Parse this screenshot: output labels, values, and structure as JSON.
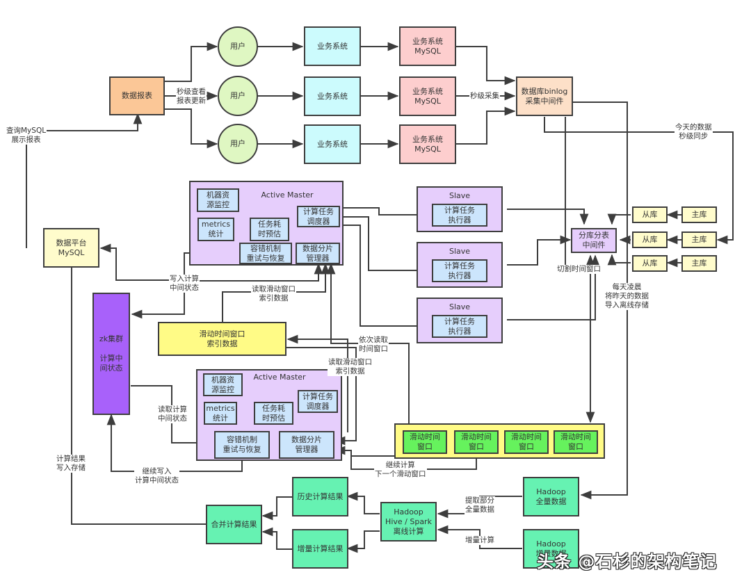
{
  "colors": {
    "report": "#fbc797",
    "user": "#dff7c2",
    "business": "#ccfbfd",
    "biz_mysql": "#fdcece",
    "binlog": "#fde0c8",
    "platform_mysql": "#fffccc",
    "zk": "#a861fa",
    "master_bg": "#e6cefc",
    "inner": "#cce5fc",
    "slave_bg": "#e6cefc",
    "sharding": "#e6cefc",
    "db": "#fffccc",
    "window_index": "#fffb86",
    "window_strip": "#fffb86",
    "window_cell": "#66f25d",
    "hadoop": "#66f2b2",
    "line": "#3d3d3d"
  },
  "nodes": {
    "report": "数据报表",
    "users": [
      "用户",
      "用户",
      "用户"
    ],
    "business_systems": [
      "业务系统",
      "业务系统",
      "业务系统"
    ],
    "business_mysql": [
      "业务系统\nMySQL",
      "业务系统\nMySQL",
      "业务系统\nMySQL"
    ],
    "binlog": "数据库binlog\n采集中间件",
    "platform_mysql": "数据平台\nMySQL",
    "zk": "zk集群\n\n计算中\n间状态",
    "master_top": {
      "title": "Active Master",
      "monitor": "机器资\n源监控",
      "metrics": "metrics\n统计",
      "estimate": "任务耗\n时预估",
      "scheduler": "计算任务\n调度器",
      "fault": "容错机制\n重试与恢复",
      "shard_mgr": "数据分片\n管理器"
    },
    "master_bottom": {
      "title": "Active Master",
      "monitor": "机器资\n源监控",
      "metrics": "metrics\n统计",
      "estimate": "任务耗\n时预估",
      "scheduler": "计算任务\n调度器",
      "fault": "容错机制\n重试与恢复",
      "shard_mgr": "数据分片\n管理器"
    },
    "slaves": [
      {
        "title": "Slave",
        "executor": "计算任务\n执行器"
      },
      {
        "title": "Slave",
        "executor": "计算任务\n执行器"
      },
      {
        "title": "Slave",
        "executor": "计算任务\n执行器"
      }
    ],
    "sharding": "分库分表\n中间件",
    "replicas": [
      "从库",
      "从库",
      "从库"
    ],
    "primaries": [
      "主库",
      "主库",
      "主库"
    ],
    "window_index": "滑动时间窗口\n索引数据",
    "windows": [
      "滑动时间\n窗口",
      "滑动时间\n窗口",
      "滑动时间\n窗口",
      "滑动时间\n窗口"
    ],
    "hadoop_full": "Hadoop\n全量数据",
    "hadoop_incr": "Hadoop\n增量数据",
    "offline": "Hadoop\nHive / Spark\n离线计算",
    "history_result": "历史计算结果",
    "incr_result": "增量计算结果",
    "merge_result": "合并计算结果"
  },
  "labels": {
    "query_mysql": "查询MySQL\n展示报表",
    "view_report": "秒级查看\n报表更新",
    "collect": "秒级采集",
    "today_sync": "今天的数据\n秒级同步",
    "write_state": "写入计算\n中间状态",
    "read_window_index": "读取滑动窗口\n索引数据",
    "read_window_index_2": "读取滑动窗口\n索引数据",
    "read_in_order": "依次读取\n时间窗口",
    "cut_window": "切割时间窗口",
    "nightly": "每天凌晨\n将昨天的数据\n导入离线存储",
    "read_state": "读取计算\n中间状态",
    "continue_write": "继续写入\n计算中间状态",
    "continue_calc": "继续计算\n下一个滑动窗口",
    "result_store": "计算结果\n写入存储",
    "extract_full": "提取部分\n全量数据",
    "incr_calc": "增量计算"
  },
  "watermark": "头条 @石杉的架构笔记"
}
